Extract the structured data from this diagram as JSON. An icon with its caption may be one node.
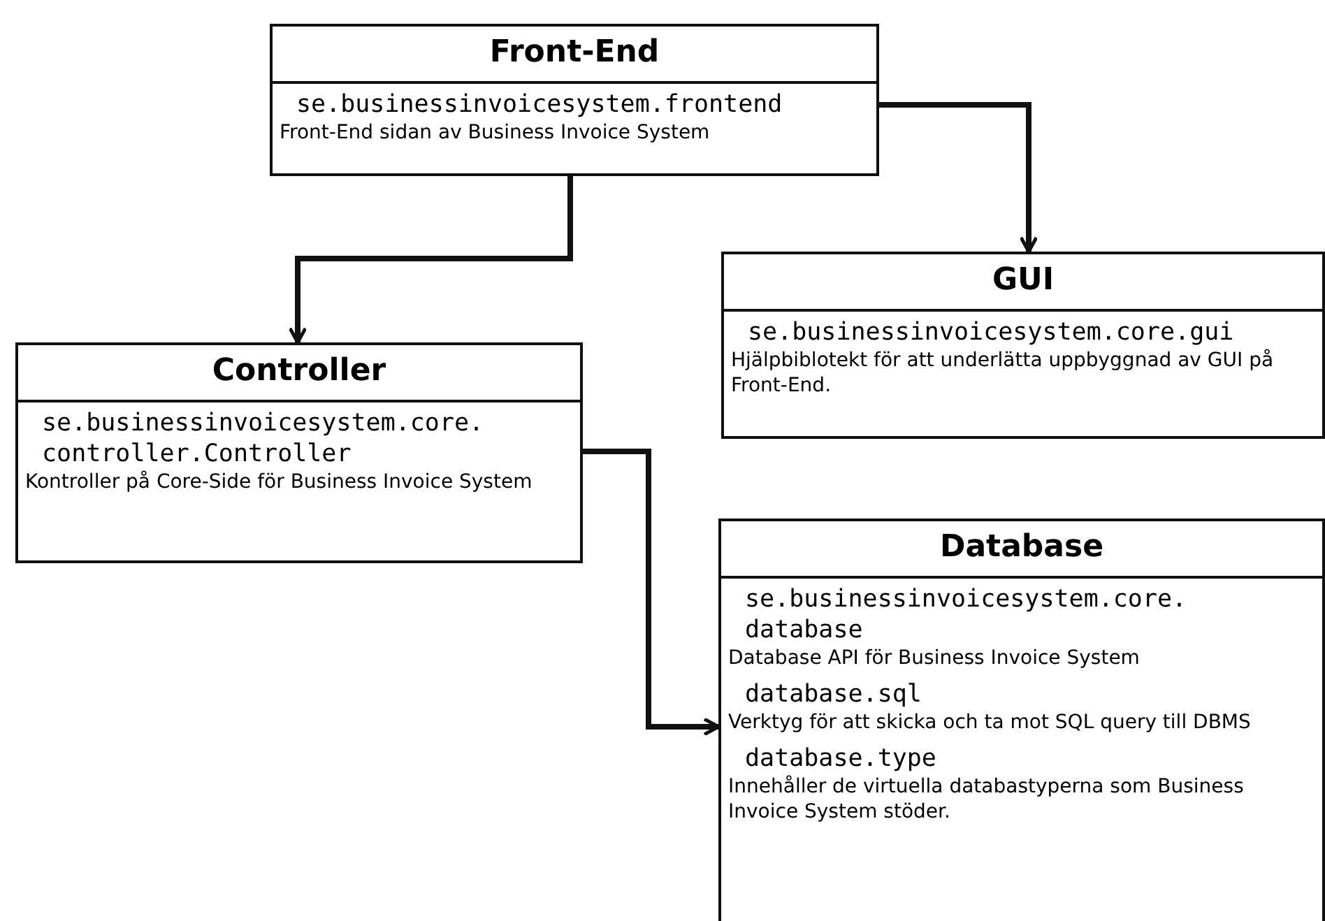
{
  "diagram": {
    "nodes": [
      {
        "text": [
          "Front-End",
          "se.businessinvoicesystem.frontend",
          "Front-End sidan av Business Invoice System"
        ]
      },
      {
        "text": [
          "GUI",
          "se.businessinvoicesystem.core.gui",
          "Hjälpbiblotekt för att underlätta uppbyggnad av GUI på Front-End."
        ]
      },
      {
        "text": [
          "Controller",
          "se.businessinvoicesystem.core. controller.Controller",
          "Kontroller på Core-Side för Business Invoice System"
        ]
      },
      {
        "text": [
          "Database",
          "se.businessinvoicesystem.core. database",
          "Database API för Business Invoice System",
          "database.sql",
          "Verktyg för att skicka och ta mot SQL query till DBMS",
          "database.type",
          "Innehåller de virtuella databastyperna som Business Invoice System stöder."
        ]
      }
    ],
    "edges": [
      {
        "from": 0,
        "to": 2,
        "arrow": "to"
      },
      {
        "from": 0,
        "to": 1,
        "arrow": "to"
      },
      {
        "from": 2,
        "to": 3,
        "arrow": "to"
      }
    ]
  }
}
